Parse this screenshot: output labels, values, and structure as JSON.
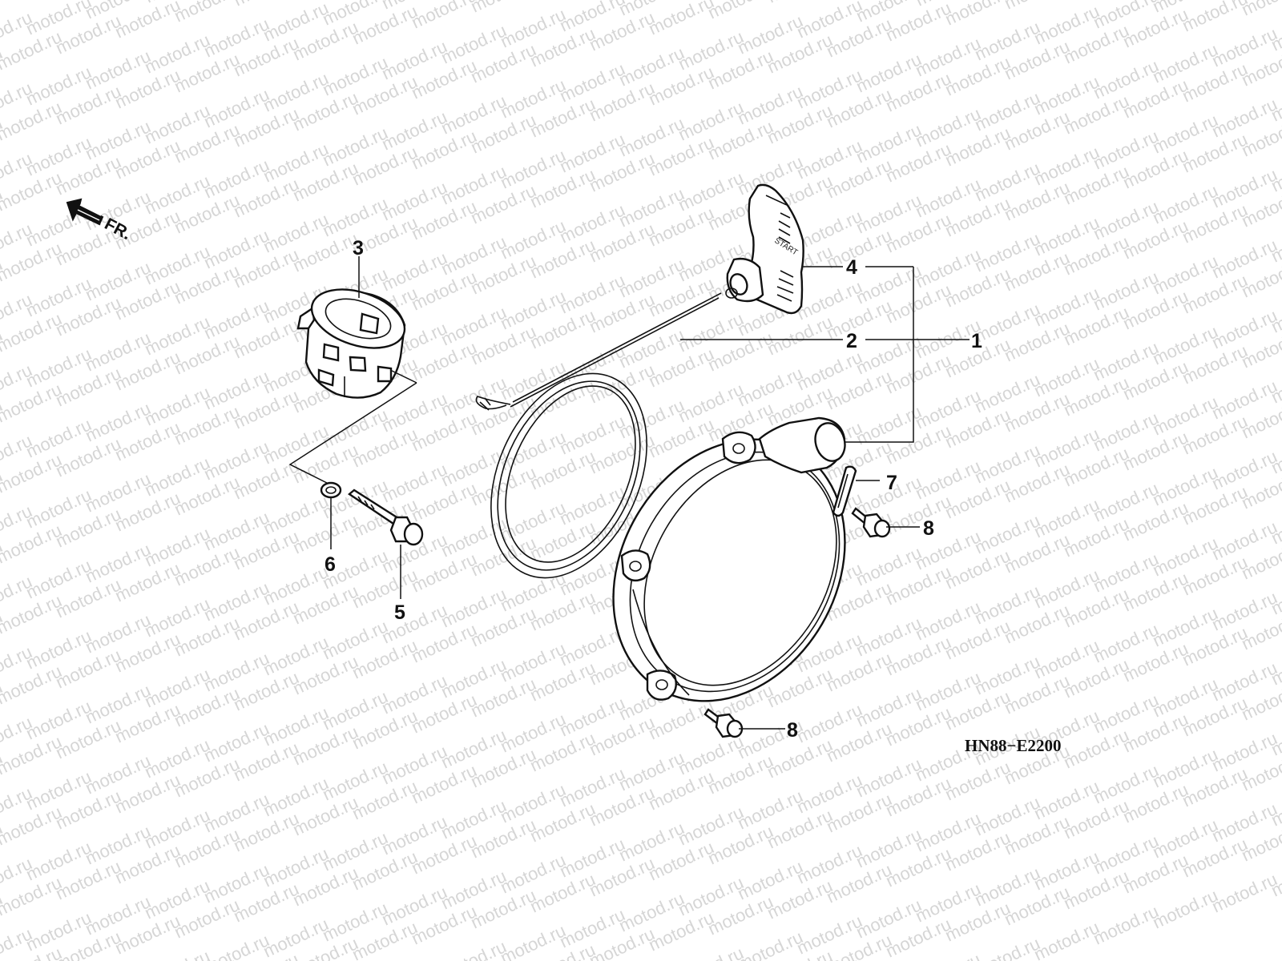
{
  "diagram": {
    "watermark": "motod.ru",
    "direction_label": "FR.",
    "handle_text": "START",
    "diagram_code": "HN88−E2200",
    "callouts": [
      "1",
      "2",
      "3",
      "4",
      "5",
      "6",
      "7",
      "8",
      "8"
    ]
  }
}
